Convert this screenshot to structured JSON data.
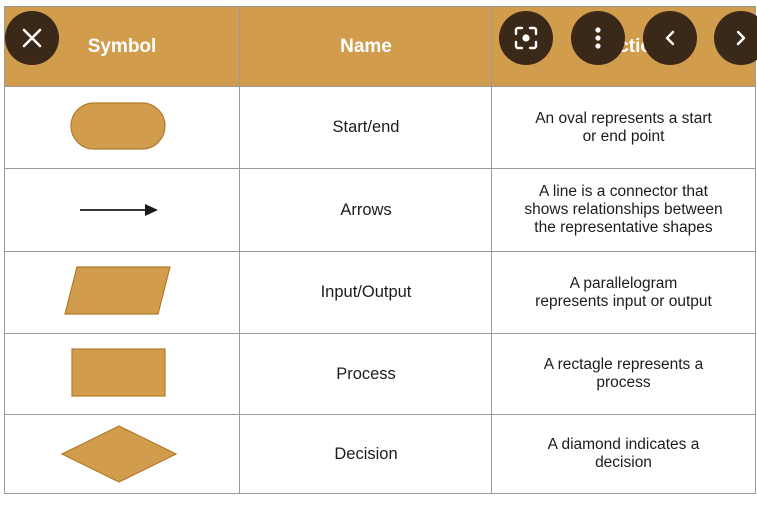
{
  "colors": {
    "accent": "#d29c4d",
    "shape_stroke": "#b07b2a",
    "overlay_button": "#3a2818",
    "header_text": "#ffffff"
  },
  "table": {
    "headers": {
      "symbol": "Symbol",
      "name": "Name",
      "function": "Function"
    },
    "rows": [
      {
        "symbol_shape": "oval",
        "name": "Start/end",
        "function_lines": [
          "An oval represents a start",
          "or end point"
        ]
      },
      {
        "symbol_shape": "arrow",
        "name": "Arrows",
        "function_lines": [
          "A line is a connector that",
          "shows relationships between",
          "the representative shapes"
        ]
      },
      {
        "symbol_shape": "parallelogram",
        "name": "Input/Output",
        "function_lines": [
          "A parallelogram",
          "represents input or output"
        ]
      },
      {
        "symbol_shape": "rectangle",
        "name": "Process",
        "function_lines": [
          "A rectagle represents a",
          "process"
        ]
      },
      {
        "symbol_shape": "diamond",
        "name": "Decision",
        "function_lines": [
          "A diamond indicates a",
          "decision"
        ]
      }
    ]
  },
  "overlay": {
    "close_icon": "close-icon",
    "lens_icon": "lens-search-icon",
    "more_icon": "more-vertical-icon",
    "prev_icon": "chevron-left-icon",
    "next_icon": "chevron-right-icon"
  }
}
